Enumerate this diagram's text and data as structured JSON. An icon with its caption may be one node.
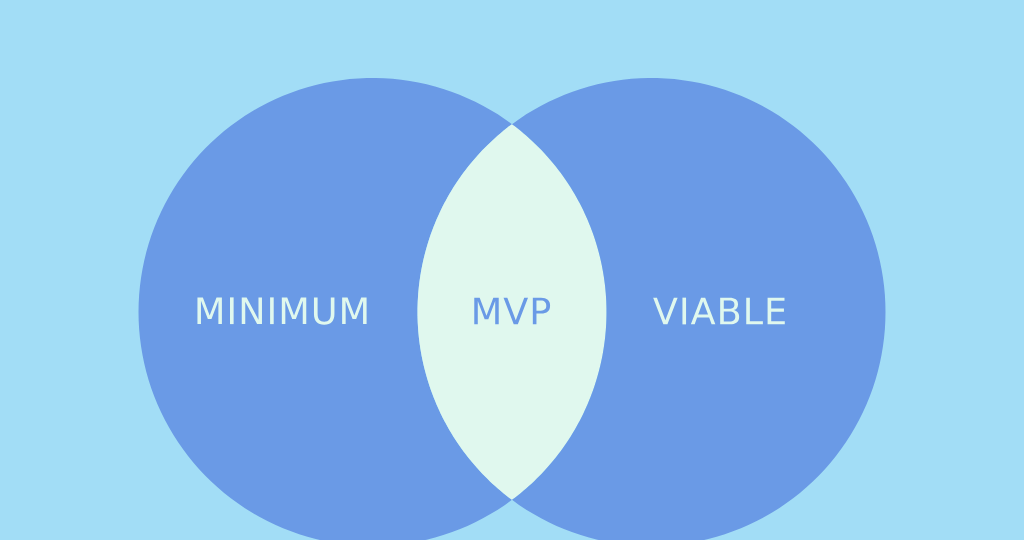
{
  "diagram": {
    "nodes": [
      {
        "text": [
          "MINIMUM"
        ]
      },
      {
        "text": [
          "MVP"
        ]
      },
      {
        "text": [
          "VIABLE"
        ]
      }
    ]
  }
}
